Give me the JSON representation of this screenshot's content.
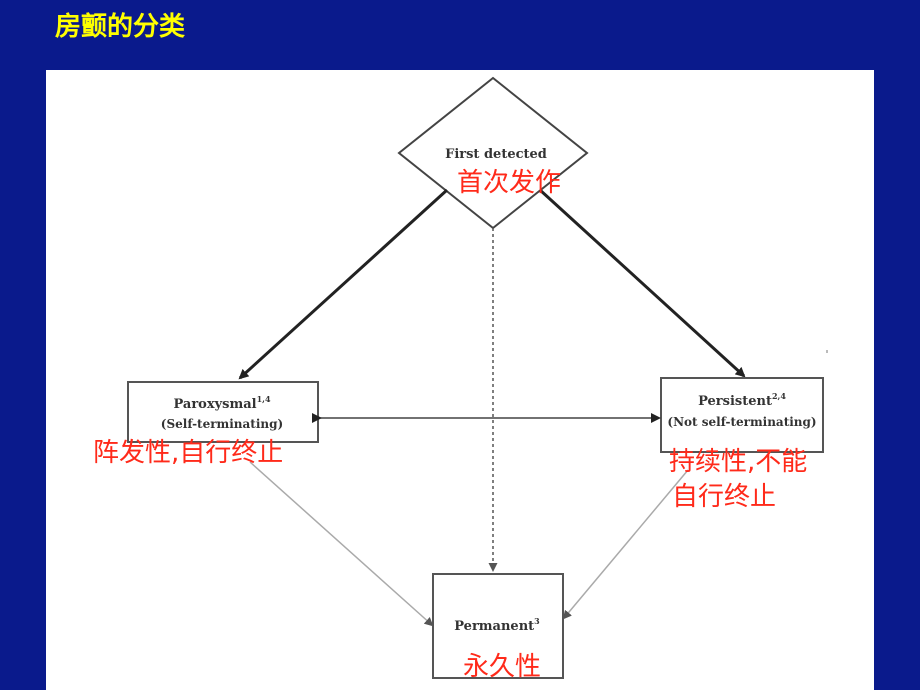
{
  "slide": {
    "title": "房颤的分类"
  },
  "nodes": {
    "first_detected": {
      "label": "First detected",
      "cn": "首次发作"
    },
    "paroxysmal": {
      "label": "Paroxysmal",
      "sup": "1,4",
      "sub": "(Self-terminating)",
      "cn": "阵发性,自行终止"
    },
    "persistent": {
      "label": "Persistent",
      "sup": "2,4",
      "sub": "(Not self-terminating)",
      "cn_line1": "持续性,不能",
      "cn_line2": "自行终止"
    },
    "permanent": {
      "label": "Permanent",
      "sup": "3",
      "cn": "永久性"
    }
  },
  "colors": {
    "background": "#0a1a8c",
    "title": "#ffff00",
    "annotation": "#ff2a1a"
  }
}
